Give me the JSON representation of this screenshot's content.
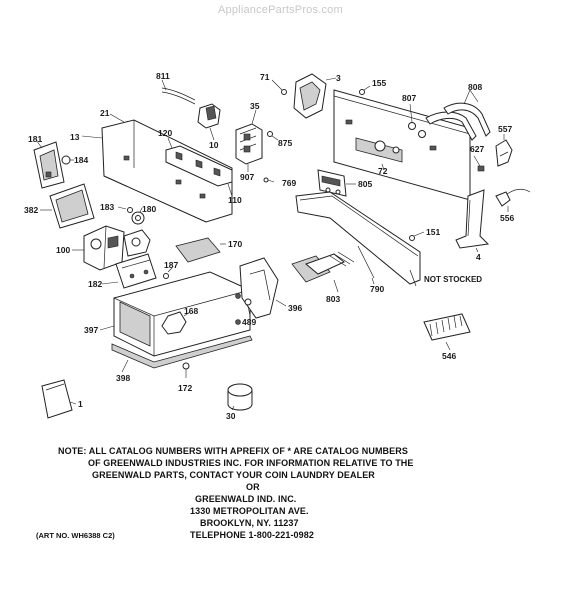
{
  "watermark": "AppliancePartsPros.com",
  "labels": {
    "p811": "811",
    "p71": "71",
    "p3": "3",
    "p155": "155",
    "p808": "808",
    "p807": "807",
    "p21": "21",
    "p10": "10",
    "p35": "35",
    "p120": "120",
    "p13": "13",
    "p181": "181",
    "p184": "184",
    "p875": "875",
    "p557": "557",
    "p627": "627",
    "p72": "72",
    "p907": "907",
    "p769": "769",
    "p805": "805",
    "p110": "110",
    "p382": "382",
    "p183": "183",
    "p180": "180",
    "p556": "556",
    "p151": "151",
    "p100": "100",
    "p170": "170",
    "p4": "4",
    "p187": "187",
    "p182": "182",
    "p790": "790",
    "p803": "803",
    "p168": "168",
    "p397": "397",
    "p489": "489",
    "p396": "396",
    "p546": "546",
    "p398": "398",
    "p172": "172",
    "p1": "1",
    "p30": "30",
    "not_stocked": "NOT STOCKED"
  },
  "note": {
    "line1": "NOTE: ALL CATALOG NUMBERS WITH APREFIX OF * ARE CATALOG NUMBERS",
    "line2": "OF GREENWALD INDUSTRIES INC. FOR INFORMATION RELATIVE TO THE",
    "line3": "GREENWALD PARTS, CONTACT YOUR COIN LAUNDRY DEALER",
    "line4": "OR",
    "line5": "GREENWALD IND. INC.",
    "line6": "1330 METROPOLITAN AVE.",
    "line7": "BROOKLYN, NY. 11237",
    "line8": "TELEPHONE 1-800-221-0982"
  },
  "art_no": "(ART NO. WH6388 C2)"
}
